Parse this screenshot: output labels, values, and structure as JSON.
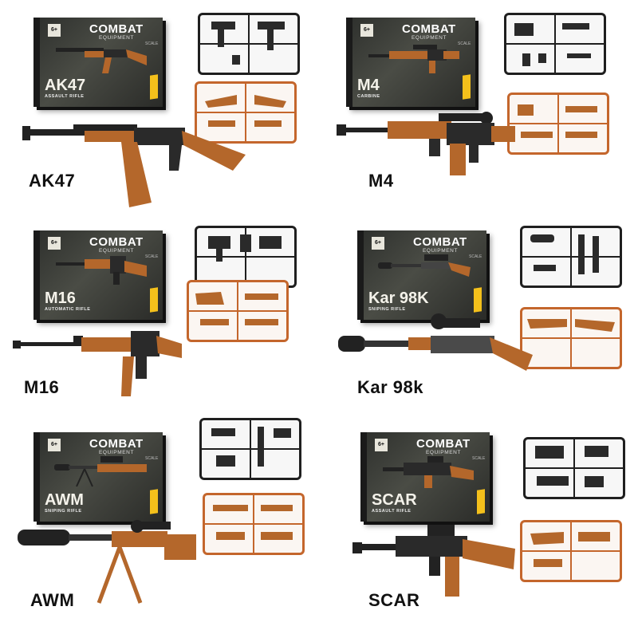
{
  "brand": "COMBAT",
  "brand_sub": "EQUIPMENT",
  "scale_text": "SCALE",
  "age_text": "6+",
  "products": [
    {
      "label": "AK47",
      "box_model": "AK47",
      "box_type": "ASSAULT RIFLE"
    },
    {
      "label": "M4",
      "box_model": "M4",
      "box_type": "CARBINE"
    },
    {
      "label": "M16",
      "box_model": "M16",
      "box_type": "AUTOMATIC RIFLE"
    },
    {
      "label": "Kar 98k",
      "box_model": "Kar 98K",
      "box_type": "SNIPING RIFLE"
    },
    {
      "label": "AWM",
      "box_model": "AWM",
      "box_type": "SNIPING RIFLE"
    },
    {
      "label": "SCAR",
      "box_model": "SCAR",
      "box_type": "ASSAULT RIFLE"
    }
  ],
  "colors": {
    "brick_brown": "#b4672b",
    "brick_black": "#1f1f1f",
    "sprue_orange": "#c4662c",
    "box_dark": "#2d2f2c"
  }
}
